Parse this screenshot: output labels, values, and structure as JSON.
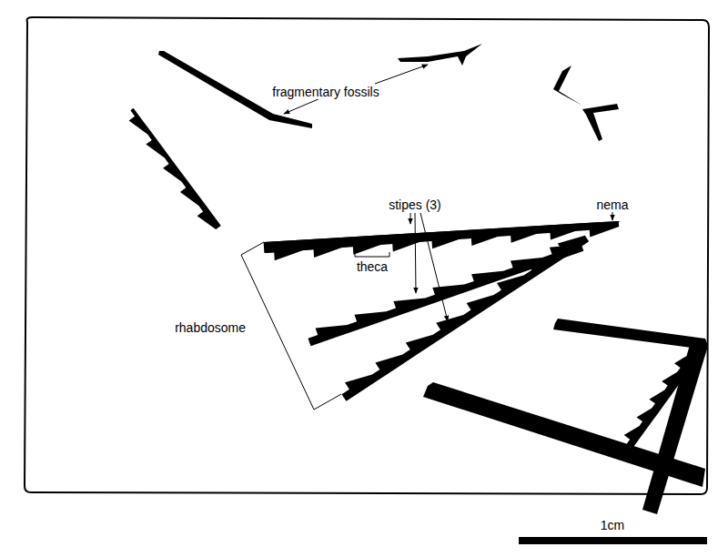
{
  "diagram": {
    "labels": [
      "fragmentary fossils",
      "stipes (3)",
      "nema",
      "theca",
      "rhabdosome",
      "1cm"
    ]
  }
}
